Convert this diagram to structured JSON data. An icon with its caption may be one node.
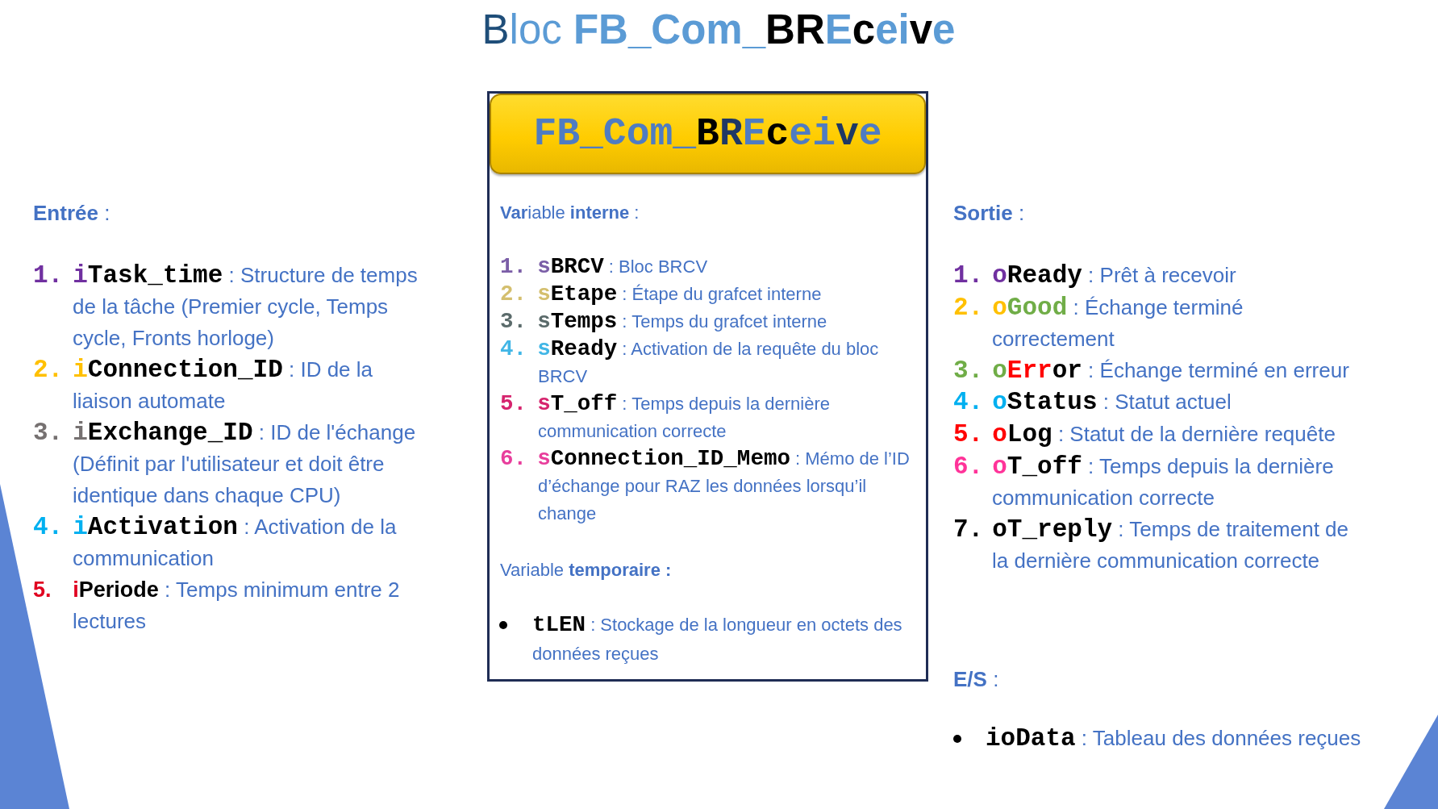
{
  "diagram": {
    "title": "Bloc **FB_Com_BREceive**",
    "nodes": [
      {
        "text": [
          "**Var**iable **interne** :",
          "**1.** **sBRCV** : Bloc BRCV",
          "**2.** **sEtape** : Étape du grafcet interne",
          "**3.** **sTemps** : Temps du grafcet interne",
          "**4.** **sReady** : Activation de la requête du bloc BRCV",
          "**5.** **sT_off** : Temps depuis la dernière communication correcte",
          "**6.** **sConnection_ID_Memo** : Mémo de l’ID d’échange pour RAZ les données lorsqu’il change",
          "Variable **temporaire :**",
          "**tLEN** : Stockage de la longueur en octets des données reçues"
        ]
      },
      {
        "text": [
          "FB_Com_BREceive"
        ],
        "in": 0
      }
    ],
    "labels": [
      "**Entrée** :",
      "**1.** **iTask_time** : Structure de temps de la tâche (Premier cycle, Temps cycle, Fronts horloge)",
      "**2.** **iConnection_ID** : ID de la liaison automate",
      "**3.** **iExchange_ID** : ID de l'échange (Définit par l'utilisateur et doit être identique dans chaque CPU)",
      "**4.** **iActivation** : Activation de la communication",
      "**5.** **iPeriode** : Temps minimum entre 2 lectures",
      "**Sortie** :",
      "**1.** **oReady** : Prêt à recevoir",
      "**2.** **oGood** : Échange terminé correctement",
      "**3.** **oError** : Échange terminé en erreur",
      "**4.** **oStatus** : Statut actuel",
      "**5.** **oLog** : Statut de la dernière requête",
      "**6.** **oT_off** : Temps depuis la dernière communication correcte",
      "**7.** **oT_reply** : Temps de traitement de la dernière communication correcte",
      "**E/S** :",
      "**ioData** : Tableau des données reçues"
    ]
  }
}
